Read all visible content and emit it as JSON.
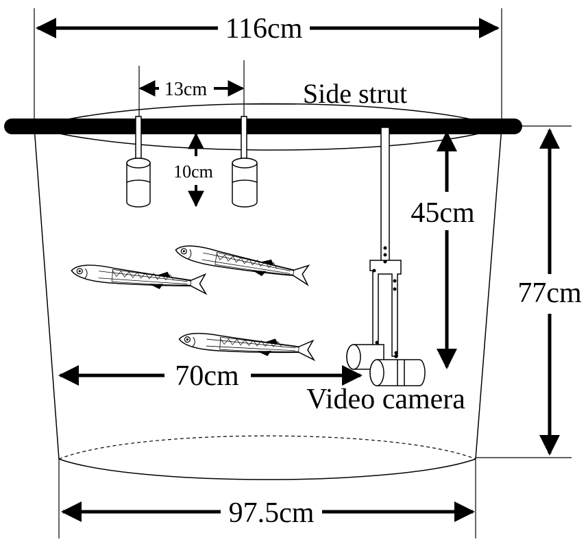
{
  "labels": {
    "top_width": "116cm",
    "spacing": "13cm",
    "side_strut": "Side strut",
    "drop": "10cm",
    "camera_depth": "45cm",
    "height": "77cm",
    "fish_range": "70cm",
    "video_camera": "Video camera",
    "bottom_width": "97.5cm"
  },
  "colors": {
    "line": "#000000",
    "background": "#ffffff"
  }
}
